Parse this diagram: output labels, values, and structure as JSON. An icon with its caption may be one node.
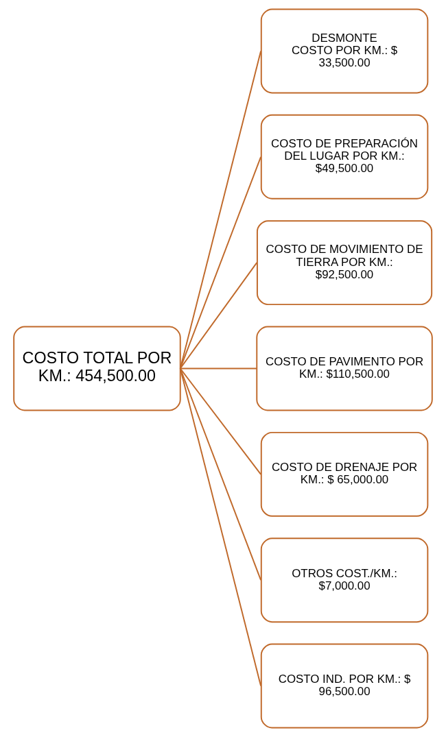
{
  "diagram": {
    "nodes": [
      {
        "text": [
          "COSTO TOTAL POR KM.: 454,500.00"
        ]
      },
      {
        "text": [
          "DESMONTE",
          "COSTO POR KM.: $ 33,500.00"
        ]
      },
      {
        "text": [
          "COSTO DE PREPARACIÓN DEL LUGAR POR KM.: $49,500.00"
        ]
      },
      {
        "text": [
          "COSTO DE MOVIMIENTO DE TIERRA POR KM.: $92,500.00"
        ]
      },
      {
        "text": [
          "COSTO DE PAVIMENTO POR KM.: $110,500.00"
        ]
      },
      {
        "text": [
          "COSTO DE DRENAJE POR KM.: $ 65,000.00"
        ]
      },
      {
        "text": [
          "OTROS COST./KM.: $7,000.00"
        ]
      },
      {
        "text": [
          "COSTO IND. POR KM.: $ 96,500.00"
        ]
      }
    ],
    "edges": [
      {
        "from": 0,
        "to": 1,
        "arrow": "none"
      },
      {
        "from": 0,
        "to": 2,
        "arrow": "none"
      },
      {
        "from": 0,
        "to": 3,
        "arrow": "none"
      },
      {
        "from": 0,
        "to": 4,
        "arrow": "none"
      },
      {
        "from": 0,
        "to": 5,
        "arrow": "none"
      },
      {
        "from": 0,
        "to": 6,
        "arrow": "none"
      },
      {
        "from": 0,
        "to": 7,
        "arrow": "none"
      }
    ]
  }
}
